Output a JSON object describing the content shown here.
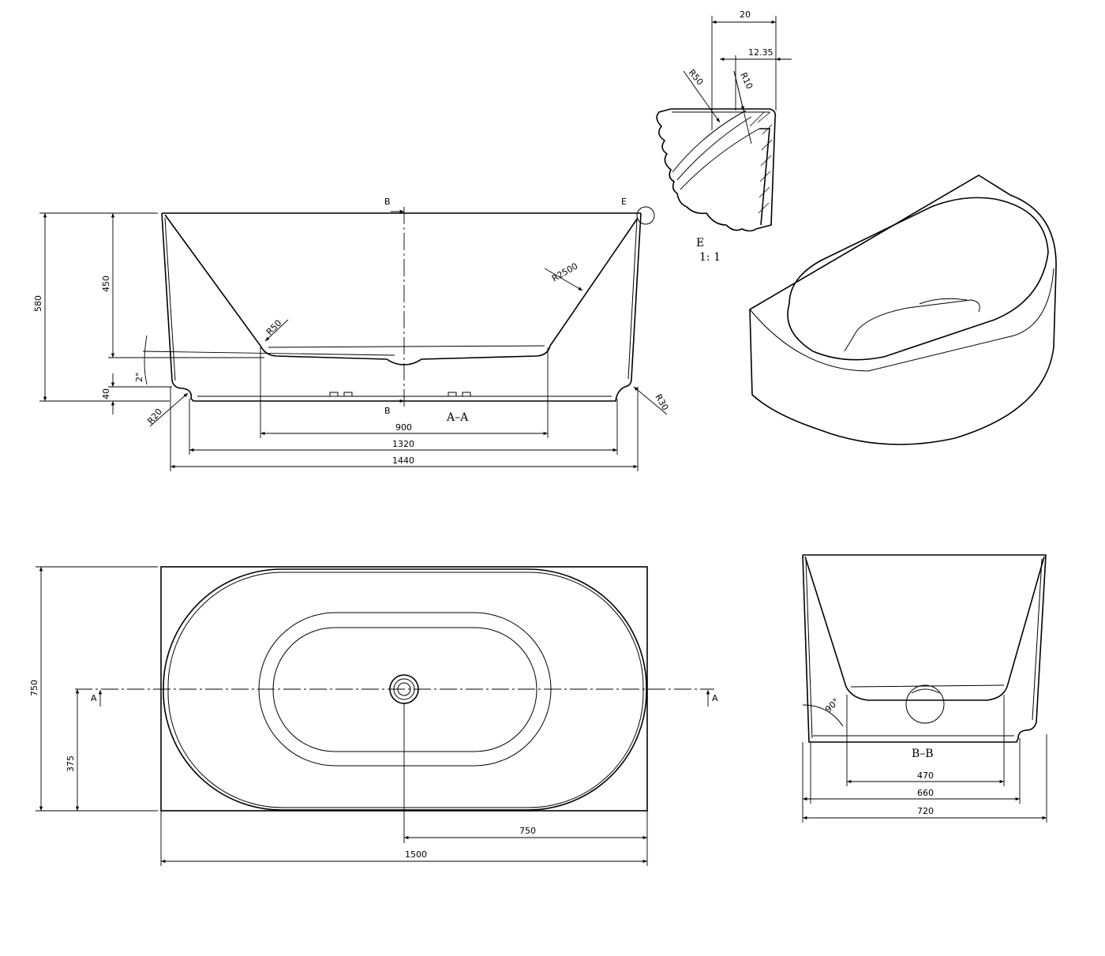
{
  "section_aa": {
    "title": "A–A",
    "cut_label_top": "B",
    "cut_label_bottom": "B",
    "detail_marker": "E",
    "dims": {
      "overall_height": "580",
      "inner_depth": "450",
      "base_height": "40",
      "bottom_width": "900",
      "base_width": "1320",
      "overall_length": "1440"
    },
    "radii": {
      "bottom": "R50",
      "wall": "R2500",
      "foot_left": "R20",
      "foot_right": "R30"
    },
    "angle": "2°"
  },
  "detail_e": {
    "title": "E",
    "scale": "1: 1",
    "dims": {
      "width": "20",
      "offset": "12.35"
    },
    "radii": {
      "outer": "R50",
      "inner": "R10"
    }
  },
  "plan_view": {
    "section_marker": "A",
    "dims": {
      "width": "750",
      "half_width": "375",
      "half_length": "750",
      "length": "1500"
    }
  },
  "section_bb": {
    "title": "B–B",
    "angle": "90°",
    "dims": {
      "bottom_width": "470",
      "base_width": "660",
      "overall_width": "720"
    }
  }
}
